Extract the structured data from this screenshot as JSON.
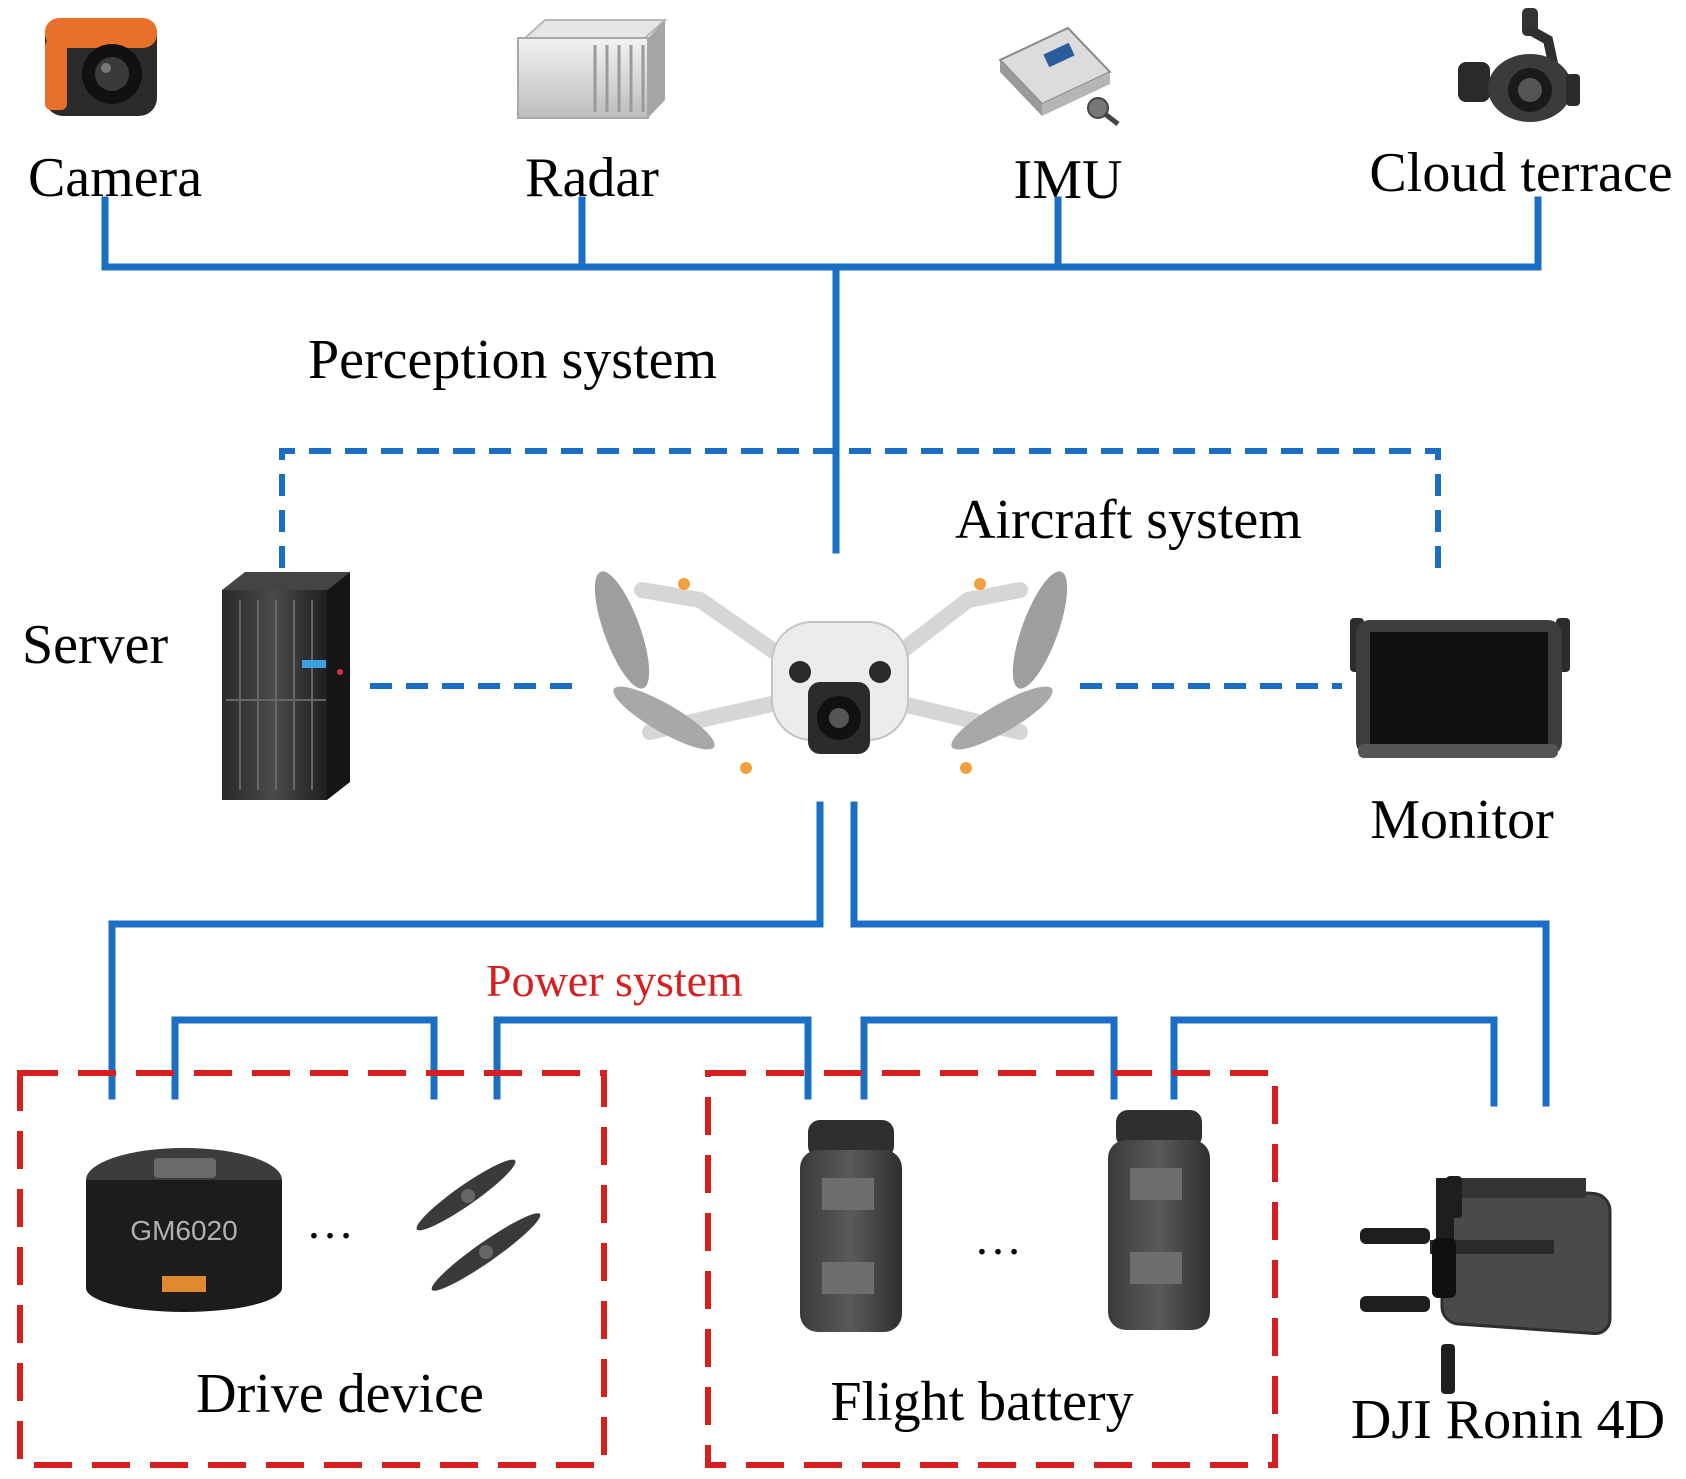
{
  "colors": {
    "connector_blue": "#1a6fc4",
    "power_red": "#d81e1e",
    "text": "#000000"
  },
  "perception": {
    "devices": [
      {
        "label": "Camera",
        "icon": "camera-icon"
      },
      {
        "label": "Radar",
        "icon": "radar-icon"
      },
      {
        "label": "IMU",
        "icon": "imu-icon"
      },
      {
        "label": "Cloud terrace",
        "icon": "gimbal-icon"
      }
    ],
    "group_label": "Perception system"
  },
  "aircraft": {
    "group_label": "Aircraft system",
    "server_label": "Server",
    "monitor_label": "Monitor",
    "drone_icon": "drone-icon"
  },
  "power": {
    "group_label": "Power system",
    "drive_label": "Drive device",
    "motor_text": "GM6020",
    "drive_ellipsis": "…",
    "battery_label": "Flight battery",
    "battery_ellipsis": "…",
    "ronin_label": "DJI Ronin 4D"
  }
}
